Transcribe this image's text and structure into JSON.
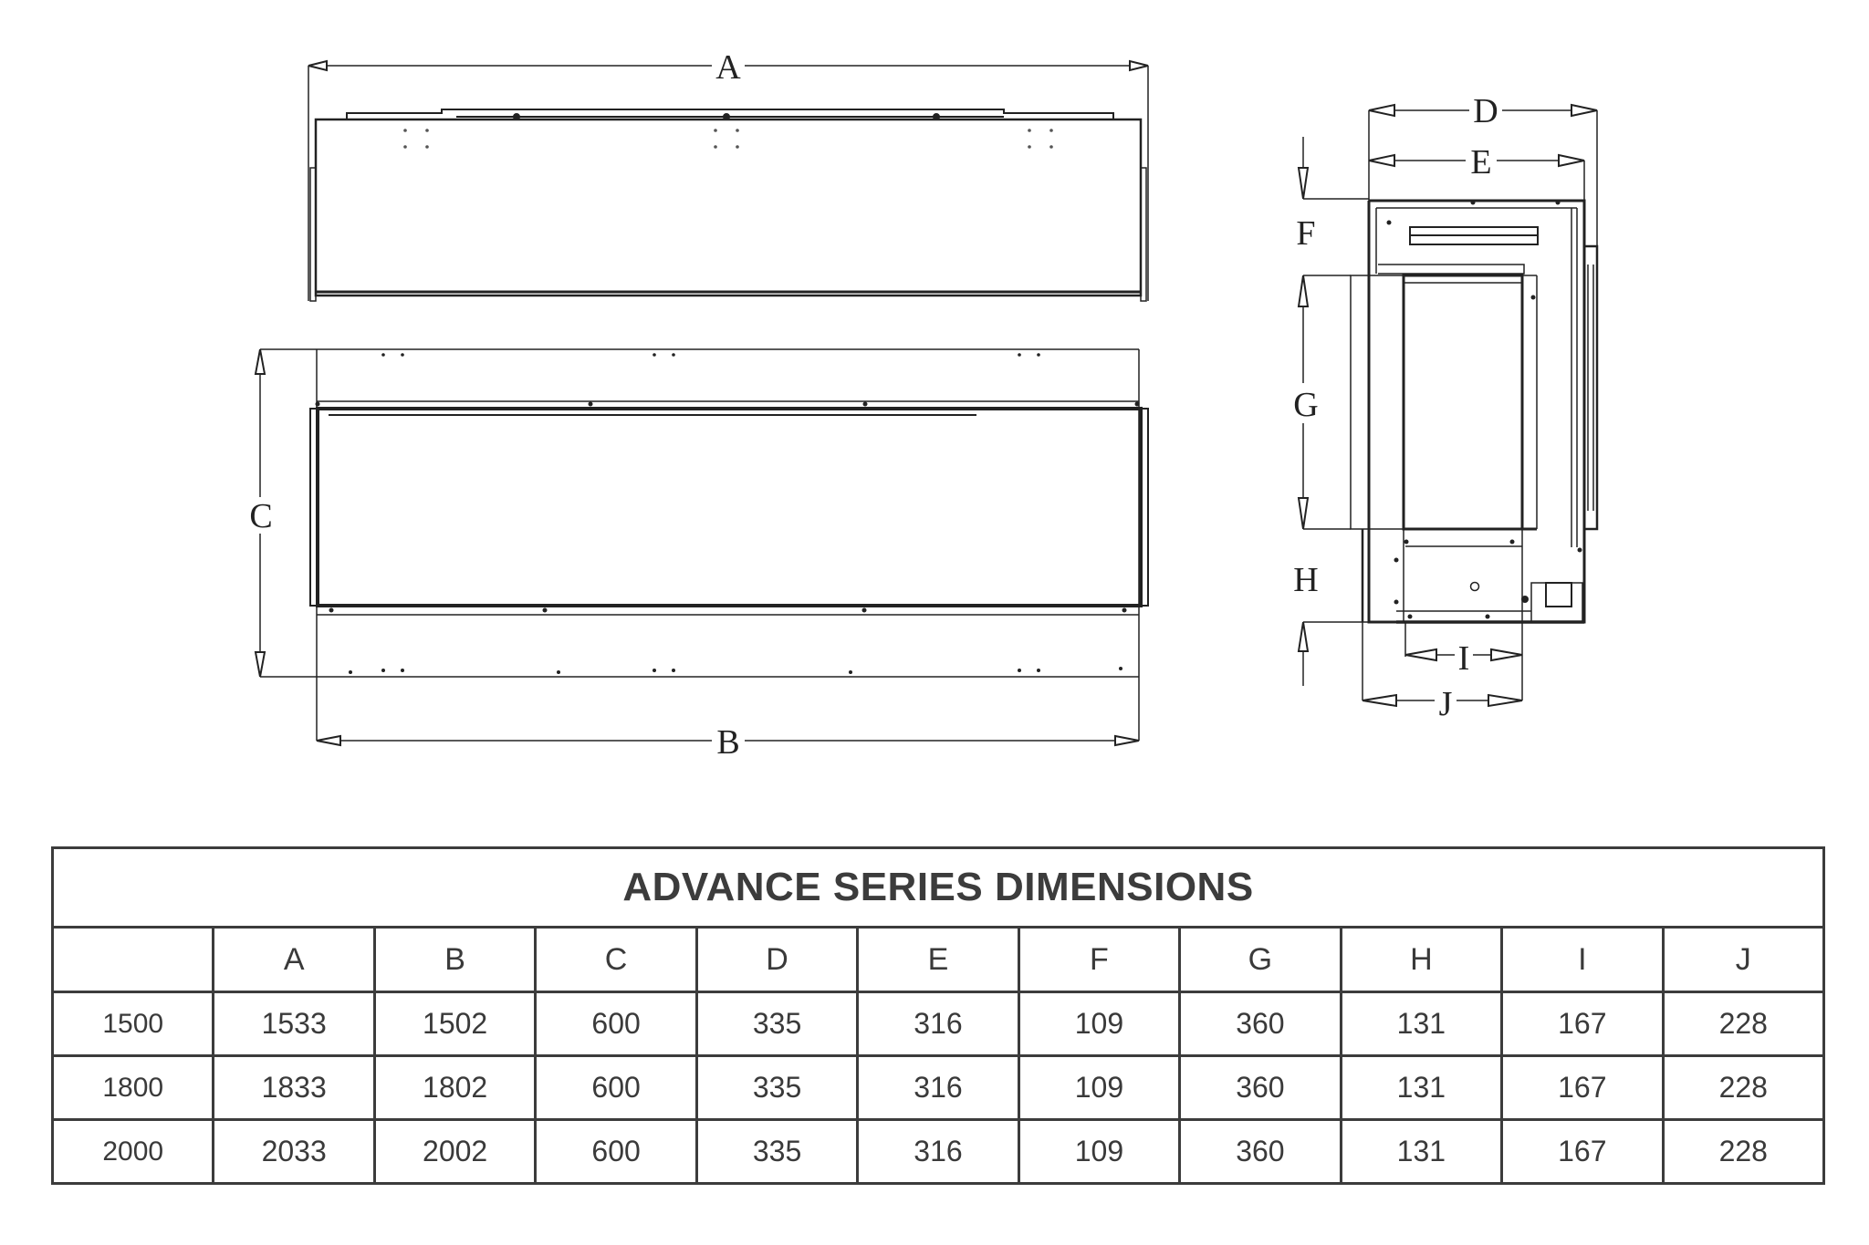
{
  "drawing": {
    "front_elevation_labels": {
      "overall_width": "A"
    },
    "plan_view_labels": {
      "width": "B",
      "height": "C"
    },
    "side_section_labels": {
      "depth_overall": "D",
      "depth_inner": "E",
      "top_offset": "F",
      "opening_height": "G",
      "base_height": "H",
      "base_inner_depth": "I",
      "base_depth": "J"
    }
  },
  "table": {
    "title": "ADVANCE SERIES DIMENSIONS",
    "columns": [
      "",
      "A",
      "B",
      "C",
      "D",
      "E",
      "F",
      "G",
      "H",
      "I",
      "J"
    ],
    "rows": [
      {
        "model": "1500",
        "values": [
          "1533",
          "1502",
          "600",
          "335",
          "316",
          "109",
          "360",
          "131",
          "167",
          "228"
        ]
      },
      {
        "model": "1800",
        "values": [
          "1833",
          "1802",
          "600",
          "335",
          "316",
          "109",
          "360",
          "131",
          "167",
          "228"
        ]
      },
      {
        "model": "2000",
        "values": [
          "2033",
          "2002",
          "600",
          "335",
          "316",
          "109",
          "360",
          "131",
          "167",
          "228"
        ]
      }
    ]
  }
}
